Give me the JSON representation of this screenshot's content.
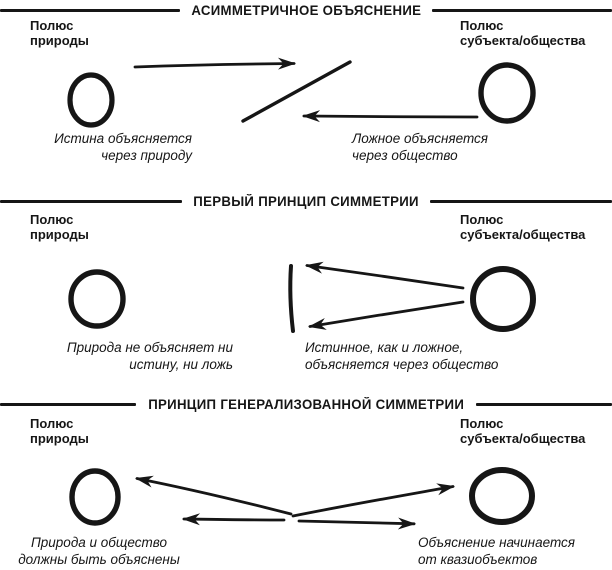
{
  "diagram": {
    "colors": {
      "ink": "#161616",
      "background": "#ffffff"
    },
    "sections": [
      {
        "title": "АСИММЕТРИЧНОЕ ОБЪЯСНЕНИЕ",
        "pole_left": {
          "line1": "Полюс",
          "line2": "природы"
        },
        "pole_right": {
          "line1": "Полюс",
          "line2": "субъекта/общества"
        },
        "caption_left": {
          "line1": "Истина объясняется",
          "line2": "через природу"
        },
        "caption_right": {
          "line1": "Ложное объясняется",
          "line2": "через общество"
        }
      },
      {
        "title": "ПЕРВЫЙ ПРИНЦИП СИММЕТРИИ",
        "pole_left": {
          "line1": "Полюс",
          "line2": "природы"
        },
        "pole_right": {
          "line1": "Полюс",
          "line2": "субъекта/общества"
        },
        "caption_left": {
          "line1": "Природа не объясняет ни",
          "line2": "истину, ни ложь"
        },
        "caption_right": {
          "line1": "Истинное, как и ложное,",
          "line2": "объясняется через общество"
        }
      },
      {
        "title": "ПРИНЦИП ГЕНЕРАЛИЗОВАННОЙ СИММЕТРИИ",
        "pole_left": {
          "line1": "Полюс",
          "line2": "природы"
        },
        "pole_right": {
          "line1": "Полюс",
          "line2": "субъекта/общества"
        },
        "caption_left": {
          "line1": "Природа и общество",
          "line2": "должны быть объяснены"
        },
        "caption_right": {
          "line1": "Объяснение начинается",
          "line2": "от квазиобъектов"
        }
      }
    ]
  }
}
